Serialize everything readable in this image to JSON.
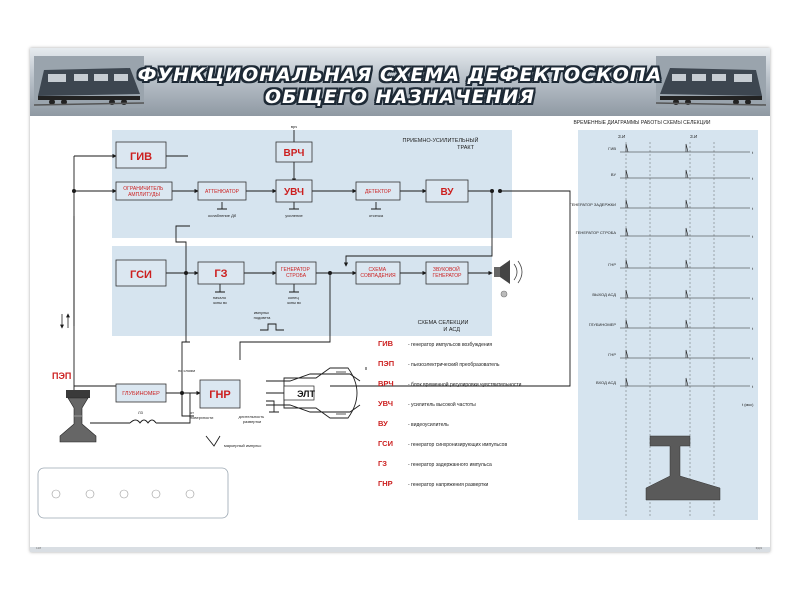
{
  "title": {
    "line1": "ФУНКЦИОНАЛЬНАЯ СХЕМА ДЕФЕКТОСКОПА",
    "line2": "ОБЩЕГО НАЗНАЧЕНИЯ"
  },
  "blocks": {
    "giv": "ГИВ",
    "limiter": [
      "ОГРАНИЧИТЕЛЬ",
      "АМПЛИТУДЫ"
    ],
    "attenuator": "АТТЕНЮАТОР",
    "vrch": "ВРЧ",
    "uvch": "УВЧ",
    "detector": "ДЕТЕКТОР",
    "vu": "ВУ",
    "gsi": "ГСИ",
    "gz": "ГЗ",
    "strobe_gen": [
      "ГЕНЕРАТОР",
      "СТРОБА"
    ],
    "coincidence": [
      "СХЕМА",
      "СОВПАДЕНИЯ"
    ],
    "sound_gen": [
      "ЗВУКОВОЙ",
      "ГЕНЕРАТОР"
    ],
    "depth_gauge": "ГЛУБИНОМЕР",
    "gnr": "ГНР",
    "elt": "ЭЛТ",
    "pep": "ПЭП"
  },
  "regions": {
    "receiver": [
      "ПРИЕМНО-УСИЛИТЕЛЬНЫЙ",
      "ТРАКТ"
    ],
    "selection": [
      "СХЕМА СЕЛЕКЦИИ",
      "И АСД"
    ]
  },
  "small_labels": {
    "vrch_top": "врч",
    "atten_db": "ослабление Дб",
    "gain": "усиление",
    "cutoff": "отсечка",
    "zone_start": [
      "начало",
      "зоны вс"
    ],
    "strobe_pulse": [
      "импульс",
      "подсвета"
    ],
    "zone_end": [
      "конец",
      "зоны вс"
    ],
    "by_layers": "по слоям",
    "from_surface": [
      "от",
      "поверхности"
    ],
    "sweep_duration": [
      "длительность",
      "развертки"
    ],
    "marker_pulse": "маркерный импульс",
    "l3": "Л3"
  },
  "legend": [
    {
      "abbr": "ГИВ",
      "text": "генератор импульсов возбуждения"
    },
    {
      "abbr": "ПЭП",
      "text": "пьезоэлектрический преобразователь"
    },
    {
      "abbr": "ВРЧ",
      "text": "блок временной регулировки чувствительности"
    },
    {
      "abbr": "УВЧ",
      "text": "усилитель высокой частоты"
    },
    {
      "abbr": "ВУ",
      "text": "видеоусилитель"
    },
    {
      "abbr": "ГСИ",
      "text": "генератор синхронизирующих импульсов"
    },
    {
      "abbr": "ГЗ",
      "text": "генератор задержанного импульса"
    },
    {
      "abbr": "ГНР",
      "text": "генератор напряжения развертки"
    }
  ],
  "timing": {
    "title": "ВРЕМЕННЫЕ ДИАГРАММЫ РАБОТЫ СХЕМЫ СЕЛЕКЦИИ",
    "zi": "З.И",
    "rows": [
      "ГИВ",
      "ВУ",
      "ГЕНЕРАТОР ЗАДЕРЖКИ",
      "ГЕНЕРАТОР СТРОБА",
      "ГНР",
      "ВЫХОД АСД",
      "ГЛУБИНОМЕР",
      "ГНР",
      "ВХОД АСД"
    ],
    "t": "t",
    "t_unit": "(мкс)"
  },
  "colors": {
    "panel": "#d6e4ef",
    "block": "#dbe7f1",
    "red": "#cc1f1f",
    "line": "#1a1a1a",
    "header_dark": "#1e2a36"
  },
  "footer": {
    "left": "128",
    "right": "ФДЭ"
  }
}
